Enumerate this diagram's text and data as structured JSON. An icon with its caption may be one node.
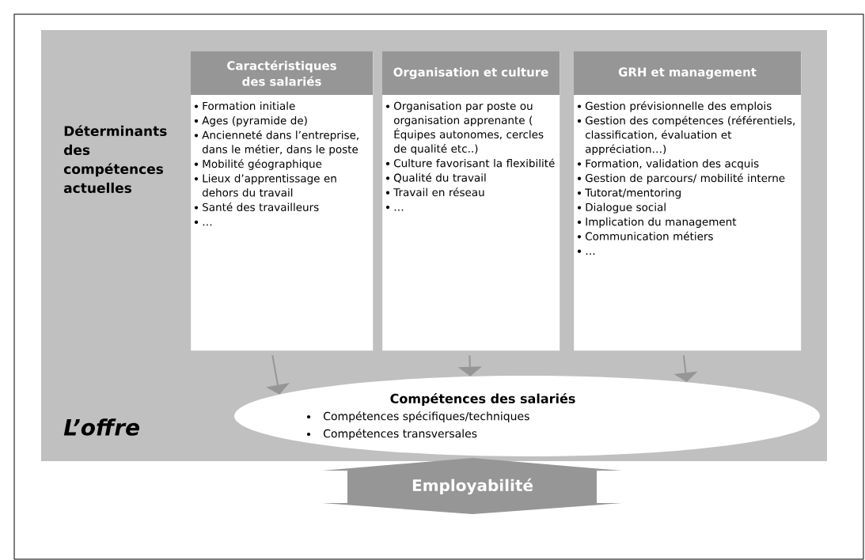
{
  "diagram": {
    "nodes": [
      {
        "text": [
          "Caractéristiques des salariés",
          "Formation initiale",
          "Ages (pyramide de)",
          "Ancienneté dans l’entreprise, dans le métier, dans le poste",
          "Mobilité géographique",
          "Lieux d’apprentissage en dehors du travail",
          "Santé des travailleurs",
          "…"
        ]
      },
      {
        "text": [
          "Organisation et culture",
          "Organisation par poste ou organisation apprenante ( Équipes autonomes, cercles de qualité etc..)",
          "Culture favorisant la flexibilité",
          "Qualité du travail",
          "Travail en réseau",
          "…"
        ]
      },
      {
        "text": [
          "GRH et management",
          "Gestion prévisionnelle des emplois",
          "Gestion des compétences (référentiels, classification, évaluation et appréciation…)",
          "Formation, validation des acquis",
          "Gestion de parcours/ mobilité interne",
          "Tutorat/mentoring",
          "Dialogue social",
          "Implication du management",
          "Communication métiers",
          "…"
        ]
      },
      {
        "text": [
          "Compétences des salariés",
          "Compétences spécifiques/techniques",
          "Compétences transversales"
        ]
      },
      {
        "text": [
          "Employabilité"
        ]
      }
    ],
    "edges": [
      {
        "from": 0,
        "to": 3,
        "arrow": "to"
      },
      {
        "from": 1,
        "to": 3,
        "arrow": "to"
      },
      {
        "from": 2,
        "to": 3,
        "arrow": "to"
      }
    ],
    "labels": [
      "Déterminants des compétences actuelles",
      "L’offre"
    ]
  }
}
